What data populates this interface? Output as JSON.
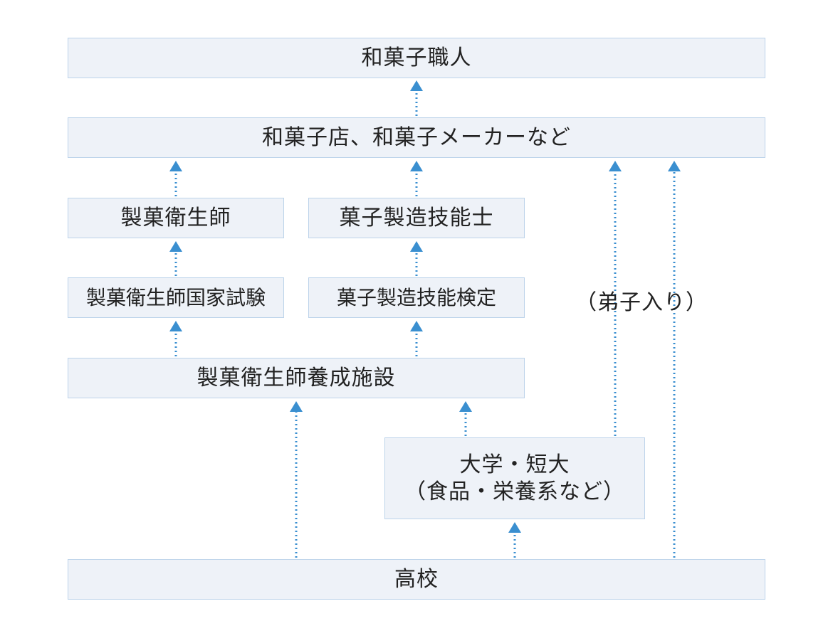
{
  "nodes": {
    "craftsman": "和菓子職人",
    "shops": "和菓子店、和菓子メーカーなど",
    "confectionery_hygienist": "製菓衛生師",
    "confectionery_technician": "菓子製造技能士",
    "hygienist_exam": "製菓衛生師国家試験",
    "technician_test": "菓子製造技能検定",
    "training_facility": "製菓衛生師養成施設",
    "university_line1": "大学・短大",
    "university_line2": "（食品・栄養系など）",
    "high_school": "高校"
  },
  "labels": {
    "apprenticeship": "（弟子入り）"
  },
  "colors": {
    "box_fill": "#eef2f8",
    "box_border": "#bcd3ea",
    "arrow": "#3a8fd0",
    "text": "#222222"
  }
}
